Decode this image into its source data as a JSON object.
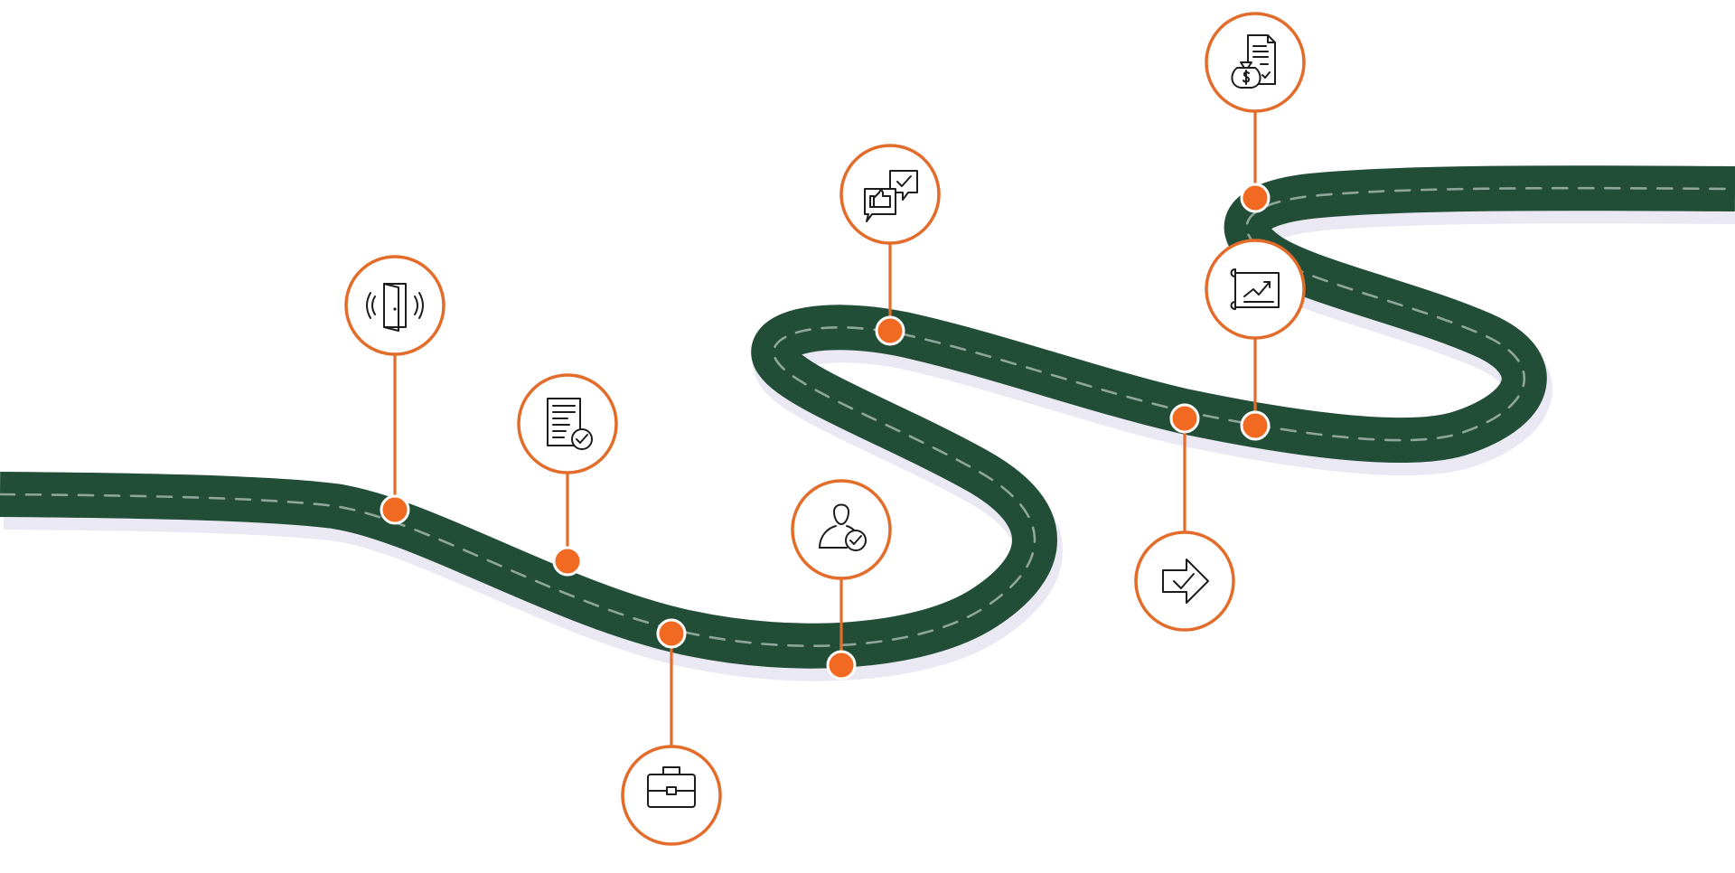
{
  "colors": {
    "background": "#ffffff",
    "road": "#224d37",
    "road_shadow": "#e9e8f3",
    "lane_marking": "#8fa69a",
    "accent": "#e36c2a",
    "dot": "#f26a21",
    "icon_stroke": "#1c1c1c"
  },
  "milestones": [
    {
      "id": "door",
      "icon": "open-door-icon",
      "side": "above"
    },
    {
      "id": "checklist",
      "icon": "document-checklist-icon",
      "side": "above"
    },
    {
      "id": "briefcase",
      "icon": "briefcase-icon",
      "side": "below"
    },
    {
      "id": "approved-person",
      "icon": "user-check-icon",
      "side": "above"
    },
    {
      "id": "feedback",
      "icon": "thumbs-up-chat-icon",
      "side": "above"
    },
    {
      "id": "next-step",
      "icon": "arrow-check-icon",
      "side": "below"
    },
    {
      "id": "plan-growth",
      "icon": "blueprint-growth-icon",
      "side": "above"
    },
    {
      "id": "payroll-contract",
      "icon": "money-bag-document-icon",
      "side": "above"
    }
  ]
}
